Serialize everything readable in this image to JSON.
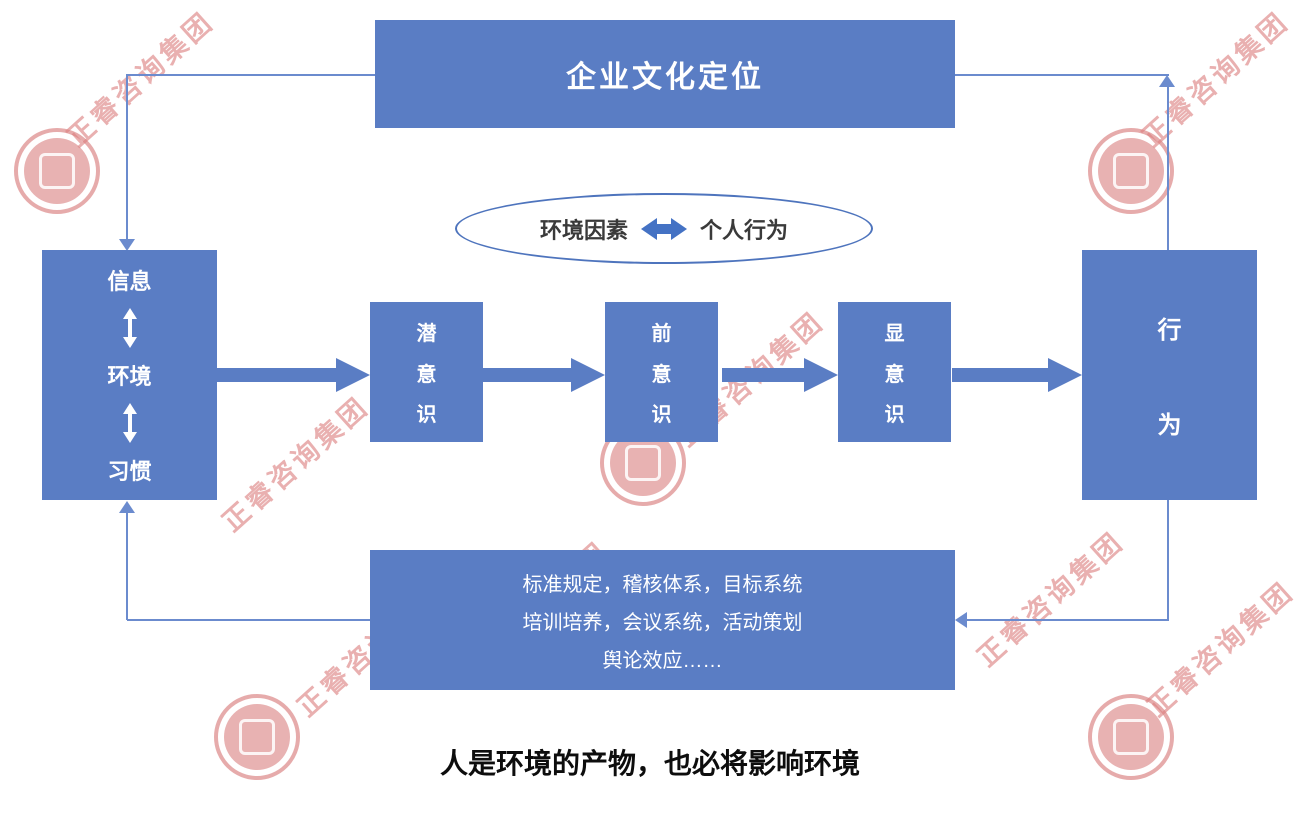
{
  "watermark": {
    "text": "正睿咨询集团"
  },
  "colors": {
    "box_blue": "#5a7dc4",
    "connector_blue": "#6b8bce",
    "arrow_blue": "#4472c4",
    "watermark_red": "#db8080",
    "caption_black": "#0d0d0d"
  },
  "diagram": {
    "top_box": "企业文化定位",
    "ellipse": {
      "left": "环境因素",
      "right": "个人行为"
    },
    "left_box": {
      "top": "信息",
      "middle": "环境",
      "bottom": "习惯"
    },
    "process_boxes": [
      {
        "chars": [
          "潜",
          "意",
          "识"
        ]
      },
      {
        "chars": [
          "前",
          "意",
          "识"
        ]
      },
      {
        "chars": [
          "显",
          "意",
          "识"
        ]
      }
    ],
    "right_box": {
      "chars": [
        "行",
        "为"
      ]
    },
    "bottom_box": {
      "lines": [
        "标准规定，稽核体系，目标系统",
        "培训培养，会议系统，活动策划",
        "舆论效应……"
      ]
    },
    "caption": "人是环境的产物，也必将影响环境"
  }
}
